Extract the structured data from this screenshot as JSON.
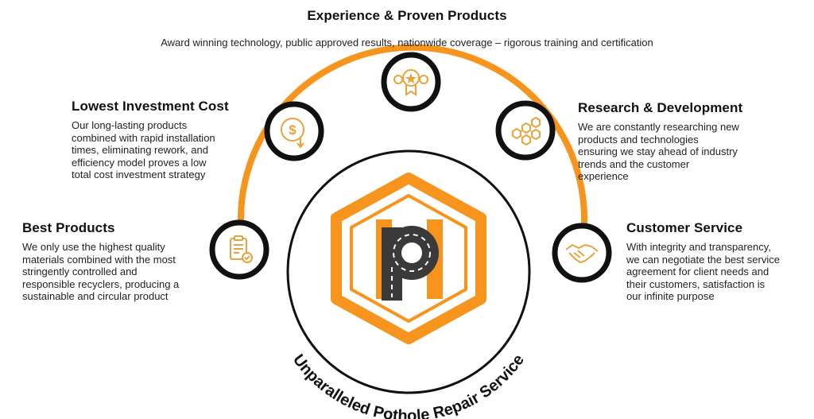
{
  "diagram": {
    "center_label": "Unparalleled Pothole Repair Service",
    "colors": {
      "accent": "#F7941D",
      "ring": "#111111",
      "road": "#3a3a3a",
      "white": "#ffffff"
    },
    "top": {
      "title": "Experience & Proven Products",
      "text": "Award winning technology, public approved results, nationwide coverage – rigorous training and certification",
      "icon": "award-ribbon-icon"
    },
    "left_top": {
      "title": "Lowest Investment Cost",
      "lines": [
        "Our long-lasting products",
        "combined with rapid installation",
        "times, eliminating rework, and",
        "efficiency model proves a low",
        "total cost investment strategy"
      ],
      "icon": "dollar-coin-icon"
    },
    "left_bottom": {
      "title": "Best Products",
      "lines": [
        "We only use the highest quality",
        "materials combined with the most",
        "stringently controlled and",
        "responsible recyclers, producing a",
        "sustainable and circular product"
      ],
      "icon": "clipboard-check-icon"
    },
    "right_top": {
      "title": "Research & Development",
      "lines": [
        "We are constantly researching new",
        "products and technologies",
        "ensuring we stay ahead of industry",
        "trends and the customer",
        "experience"
      ],
      "icon": "hexagons-icon"
    },
    "right_bottom": {
      "title": "Customer Service",
      "lines": [
        "With integrity and transparency,",
        "we can negotiate the best service",
        "agreement for client needs and",
        "their customers,  satisfaction is",
        "our infinite purpose"
      ],
      "icon": "handshake-icon"
    }
  }
}
